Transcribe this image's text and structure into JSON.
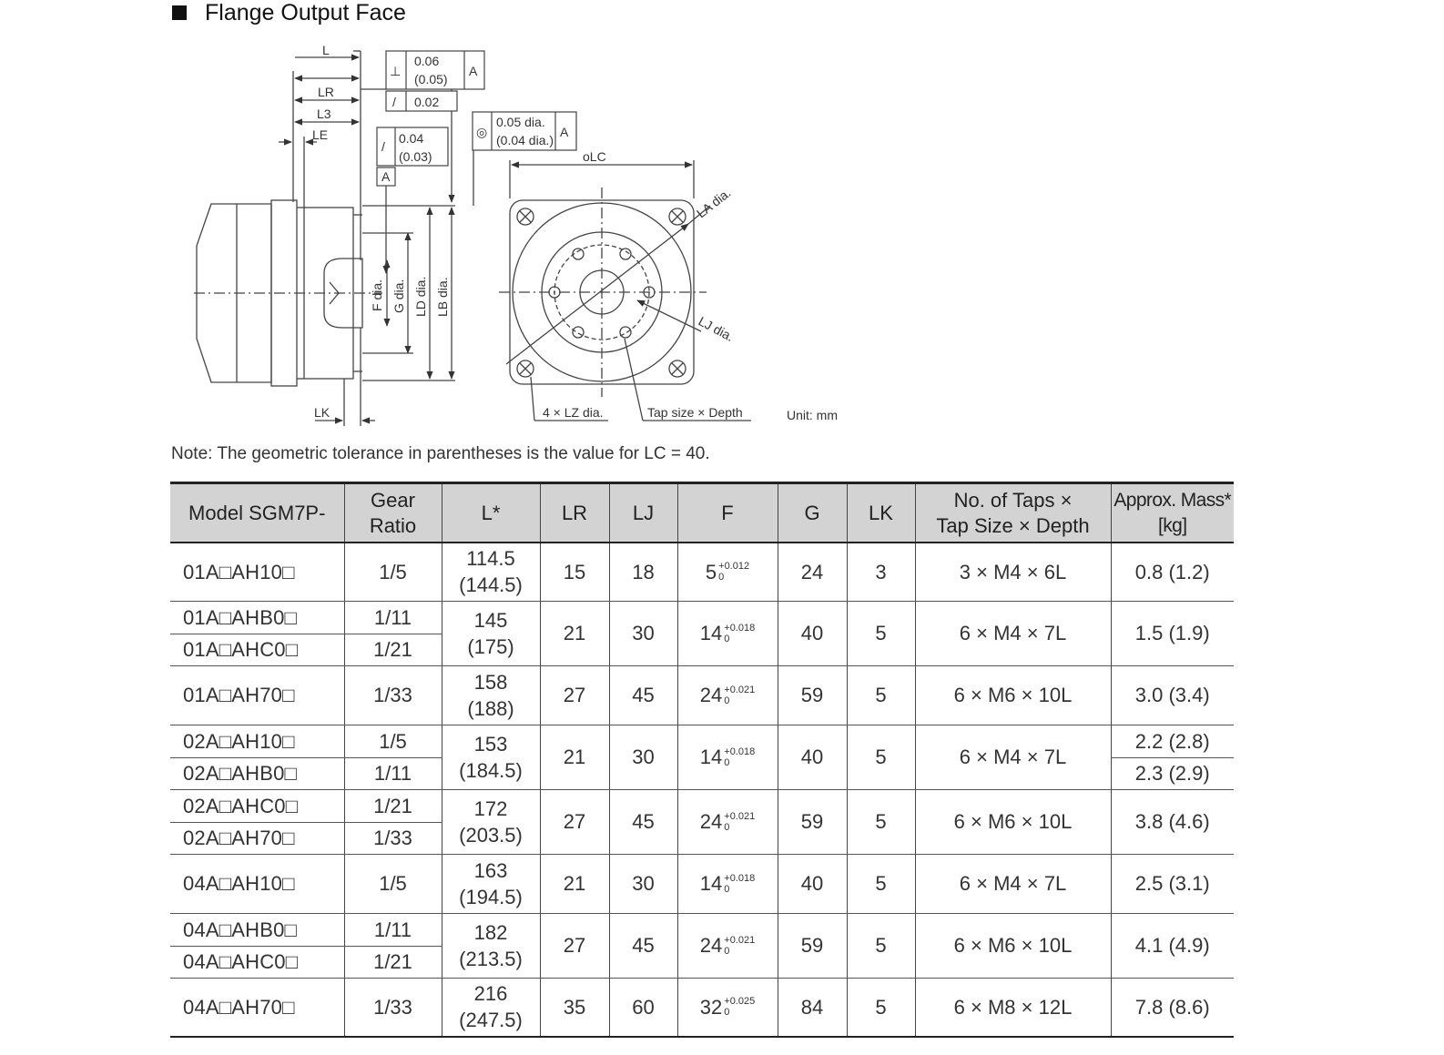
{
  "heading": "Flange Output Face",
  "drawing": {
    "tol_perp_value": "0.06",
    "tol_perp_alt": "(0.05)",
    "tol_perp_datum": "A",
    "tol_runout_value": "0.02",
    "tol_conc_value": "0.05 dia.",
    "tol_conc_alt": "(0.04 dia.)",
    "tol_conc_datum": "A",
    "tol_runout2_value": "0.04",
    "tol_runout2_alt": "(0.03)",
    "datum_label": "A",
    "labels": {
      "L": "L",
      "LR": "LR",
      "L3": "L3",
      "LE": "LE",
      "LK": "LK",
      "F": "F dia.",
      "G": "G dia.",
      "LD": "LD dia.",
      "LB": "LB dia.",
      "LC": "oLC",
      "LA": "LA dia.",
      "LJ": "LJ dia.",
      "LZ": "4 × LZ dia.",
      "tap": "Tap size × Depth",
      "unit": "Unit: mm"
    }
  },
  "note": "Note: The geometric tolerance in parentheses is the value for LC = 40.",
  "table": {
    "headers": {
      "model": "Model SGM7P-",
      "gear1": "Gear",
      "gear2": "Ratio",
      "L": "L*",
      "LR": "LR",
      "LJ": "LJ",
      "F": "F",
      "G": "G",
      "LK": "LK",
      "taps1": "No. of Taps ×",
      "taps2": "Tap Size × Depth",
      "mass1": "Approx. Mass*",
      "mass2": "[kg]"
    },
    "rows": [
      {
        "model": "01A□AH10□",
        "ratio": "1/5",
        "L1": "114.5",
        "L2": "(144.5)",
        "LR": "15",
        "LJ": "18",
        "F": "5",
        "Fup": "+0.012",
        "Fdn": "0",
        "G": "24",
        "LK": "3",
        "tap": "3 × M4 × 6L",
        "mass": "0.8 (1.2)"
      },
      {
        "model": "01A□AHB0□",
        "ratio": "1/11",
        "L1": "145",
        "L2": "(175)",
        "LR": "21",
        "LJ": "30",
        "F": "14",
        "Fup": "+0.018",
        "Fdn": "0",
        "G": "40",
        "LK": "5",
        "tap": "6 × M4 × 7L",
        "mass": "1.5 (1.9)"
      },
      {
        "model": "01A□AHC0□",
        "ratio": "1/21"
      },
      {
        "model": "01A□AH70□",
        "ratio": "1/33",
        "L1": "158",
        "L2": "(188)",
        "LR": "27",
        "LJ": "45",
        "F": "24",
        "Fup": "+0.021",
        "Fdn": "0",
        "G": "59",
        "LK": "5",
        "tap": "6 × M6 × 10L",
        "mass": "3.0 (3.4)"
      },
      {
        "model": "02A□AH10□",
        "ratio": "1/5",
        "L1": "153",
        "L2": "(184.5)",
        "LR": "21",
        "LJ": "30",
        "F": "14",
        "Fup": "+0.018",
        "Fdn": "0",
        "G": "40",
        "LK": "5",
        "tap": "6  × M4 × 7L",
        "mass": "2.2 (2.8)"
      },
      {
        "model": "02A□AHB0□",
        "ratio": "1/11",
        "mass": "2.3 (2.9)"
      },
      {
        "model": "02A□AHC0□",
        "ratio": "1/21",
        "L1": "172",
        "L2": "(203.5)",
        "LR": "27",
        "LJ": "45",
        "F": "24",
        "Fup": "+0.021",
        "Fdn": "0",
        "G": "59",
        "LK": "5",
        "tap": "6 × M6 × 10L",
        "mass": "3.8 (4.6)"
      },
      {
        "model": "02A□AH70□",
        "ratio": "1/33"
      },
      {
        "model": "04A□AH10□",
        "ratio": "1/5",
        "L1": "163",
        "L2": "(194.5)",
        "LR": "21",
        "LJ": "30",
        "F": "14",
        "Fup": "+0.018",
        "Fdn": "0",
        "G": "40",
        "LK": "5",
        "tap": "6 × M4 × 7L",
        "mass": "2.5 (3.1)"
      },
      {
        "model": "04A□AHB0□",
        "ratio": "1/11",
        "L1": "182",
        "L2": "(213.5)",
        "LR": "27",
        "LJ": "45",
        "F": "24",
        "Fup": "+0.021",
        "Fdn": "0",
        "G": "59",
        "LK": "5",
        "tap": "6 × M6 × 10L",
        "mass": "4.1 (4.9)"
      },
      {
        "model": "04A□AHC0□",
        "ratio": "1/21"
      },
      {
        "model": "04A□AH70□",
        "ratio": "1/33",
        "L1": "216",
        "L2": "(247.5)",
        "LR": "35",
        "LJ": "60",
        "F": "32",
        "Fup": "+0.025",
        "Fdn": "0",
        "G": "84",
        "LK": "5",
        "tap": "6 × M8 × 12L",
        "mass": "7.8 (8.6)"
      }
    ]
  }
}
